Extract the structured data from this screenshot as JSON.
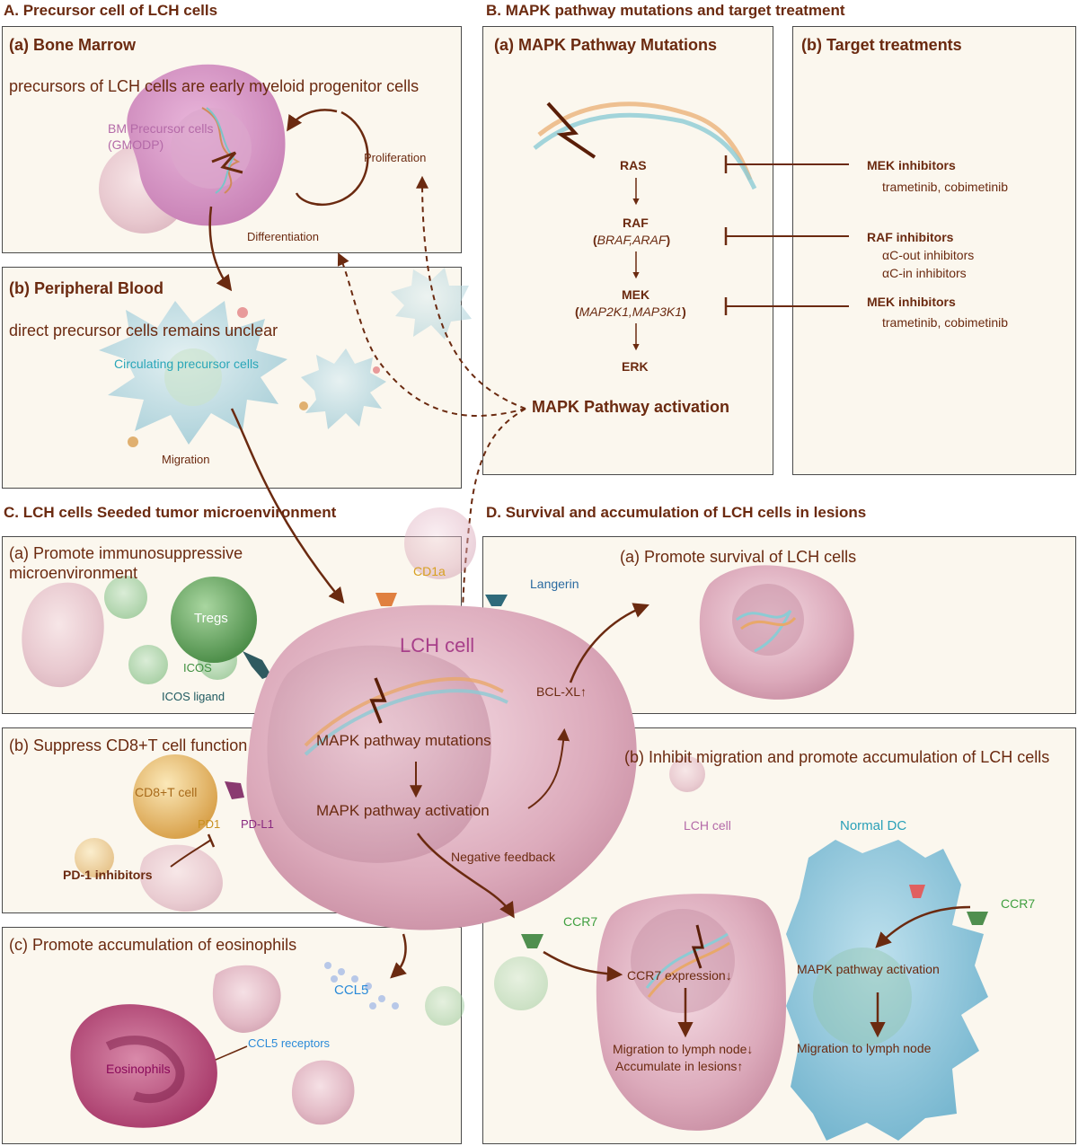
{
  "colors": {
    "dark_brown": "#6b2a10",
    "panel_bg": "#fbf7ee",
    "panel_border": "#4a4a4a",
    "lch_cell_pink": "#d9a3b6",
    "precursor_blue": "#b7d7de",
    "treg_green": "#5f9f5f",
    "cd8_gold": "#e3b25c",
    "eosinophil_magenta": "#b0206a"
  },
  "section_A": {
    "title": "A. Precursor cell of LCH cells",
    "bone_marrow": {
      "title": "(a) Bone Marrow",
      "description": "precursors of LCH cells are early myeloid progenitor cells",
      "cell_label_line1": "BM Precursor cells",
      "cell_label_line2": "(GMODP)",
      "proliferation": "Proliferation",
      "differentiation": "Differentiation"
    },
    "peripheral_blood": {
      "title": "(b) Peripheral Blood",
      "description": "direct precursor cells remains unclear",
      "cell_label": "Circulating precursor cells",
      "migration": "Migration"
    }
  },
  "section_B": {
    "title": "B. MAPK pathway mutations and target treatment",
    "mutations": {
      "title": "(a) MAPK Pathway Mutations",
      "ras": "RAS",
      "raf": "RAF",
      "raf_genes": "BRAF,ARAF",
      "mek": "MEK",
      "mek_genes": "MAP2K1,MAP3K1",
      "erk": "ERK"
    },
    "treatments": {
      "title": "(b) Target treatments",
      "items": [
        {
          "name": "MEK inhibitors",
          "detail_1": "trametinib, cobimetinib",
          "detail_2": ""
        },
        {
          "name": "RAF inhibitors",
          "detail_1": "αC-out inhibitors",
          "detail_2": "αC-in inhibitors"
        },
        {
          "name": "MEK inhibitors",
          "detail_1": "trametinib, cobimetinib",
          "detail_2": ""
        }
      ]
    },
    "activation": "MAPK Pathway activation"
  },
  "section_C": {
    "title": "C. LCH cells Seeded tumor microenvironment",
    "immunosuppressive": {
      "title_line1": "(a) Promote immunosuppressive",
      "title_line2": "microenvironment",
      "tregs": "Tregs",
      "icos": "ICOS",
      "icos_ligand": "ICOS ligand"
    },
    "cd8": {
      "title": "(b) Suppress CD8+T cell function",
      "cd8_cell": "CD8+T cell",
      "pd1": "PD1",
      "pdl1": "PD-L1",
      "pd1_inhibitors": "PD-1 inhibitors"
    },
    "eosinophils": {
      "title": "(c) Promote accumulation of eosinophils",
      "ccl5": "CCL5",
      "ccl5_receptors": "CCL5 receptors",
      "eosinophils": "Eosinophils"
    }
  },
  "lch_cell": {
    "title": "LCH cell",
    "cd1a": "CD1a",
    "langerin": "Langerin",
    "mutations": "MAPK pathway mutations",
    "activation": "MAPK pathway activation",
    "negative_feedback": "Negative feedback",
    "bclxl": "BCL-XL↑"
  },
  "section_D": {
    "title": "D. Survival and accumulation of LCH cells in lesions",
    "survival": {
      "title": "(a) Promote survival of LCH cells"
    },
    "migration": {
      "title": "(b) Inhibit migration and promote accumulation of LCH cells",
      "lch_cell": "LCH cell",
      "normal_dc": "Normal DC",
      "ccr7_left": "CCR7",
      "ccr7_right": "CCR7",
      "ccr7_expression": "CCR7 expression↓",
      "migration_down": "Migration to lymph node↓",
      "accumulate": "Accumulate in lesions↑",
      "dc_activation": "MAPK pathway activation",
      "dc_migration": "Migration to lymph node"
    }
  }
}
